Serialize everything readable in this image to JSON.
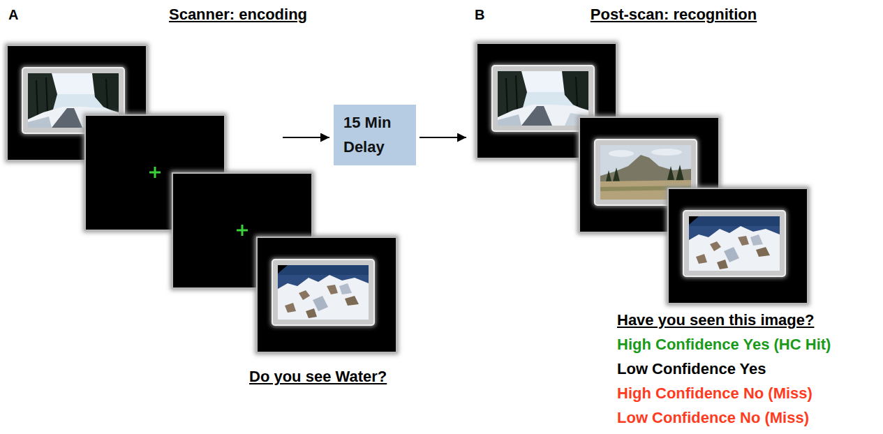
{
  "diagram": {
    "nodes": [
      {
        "text": [
          "15 Min Delay"
        ]
      }
    ],
    "labels": [
      "A",
      "Scanner: encoding",
      "Do you see Water?",
      "B",
      "Post-scan: recognition",
      "Have you seen this image?",
      "High Confidence Yes (HC Hit)",
      "Low Confidence Yes",
      "High Confidence No (Miss)",
      "Low Confidence No (Miss)"
    ]
  }
}
